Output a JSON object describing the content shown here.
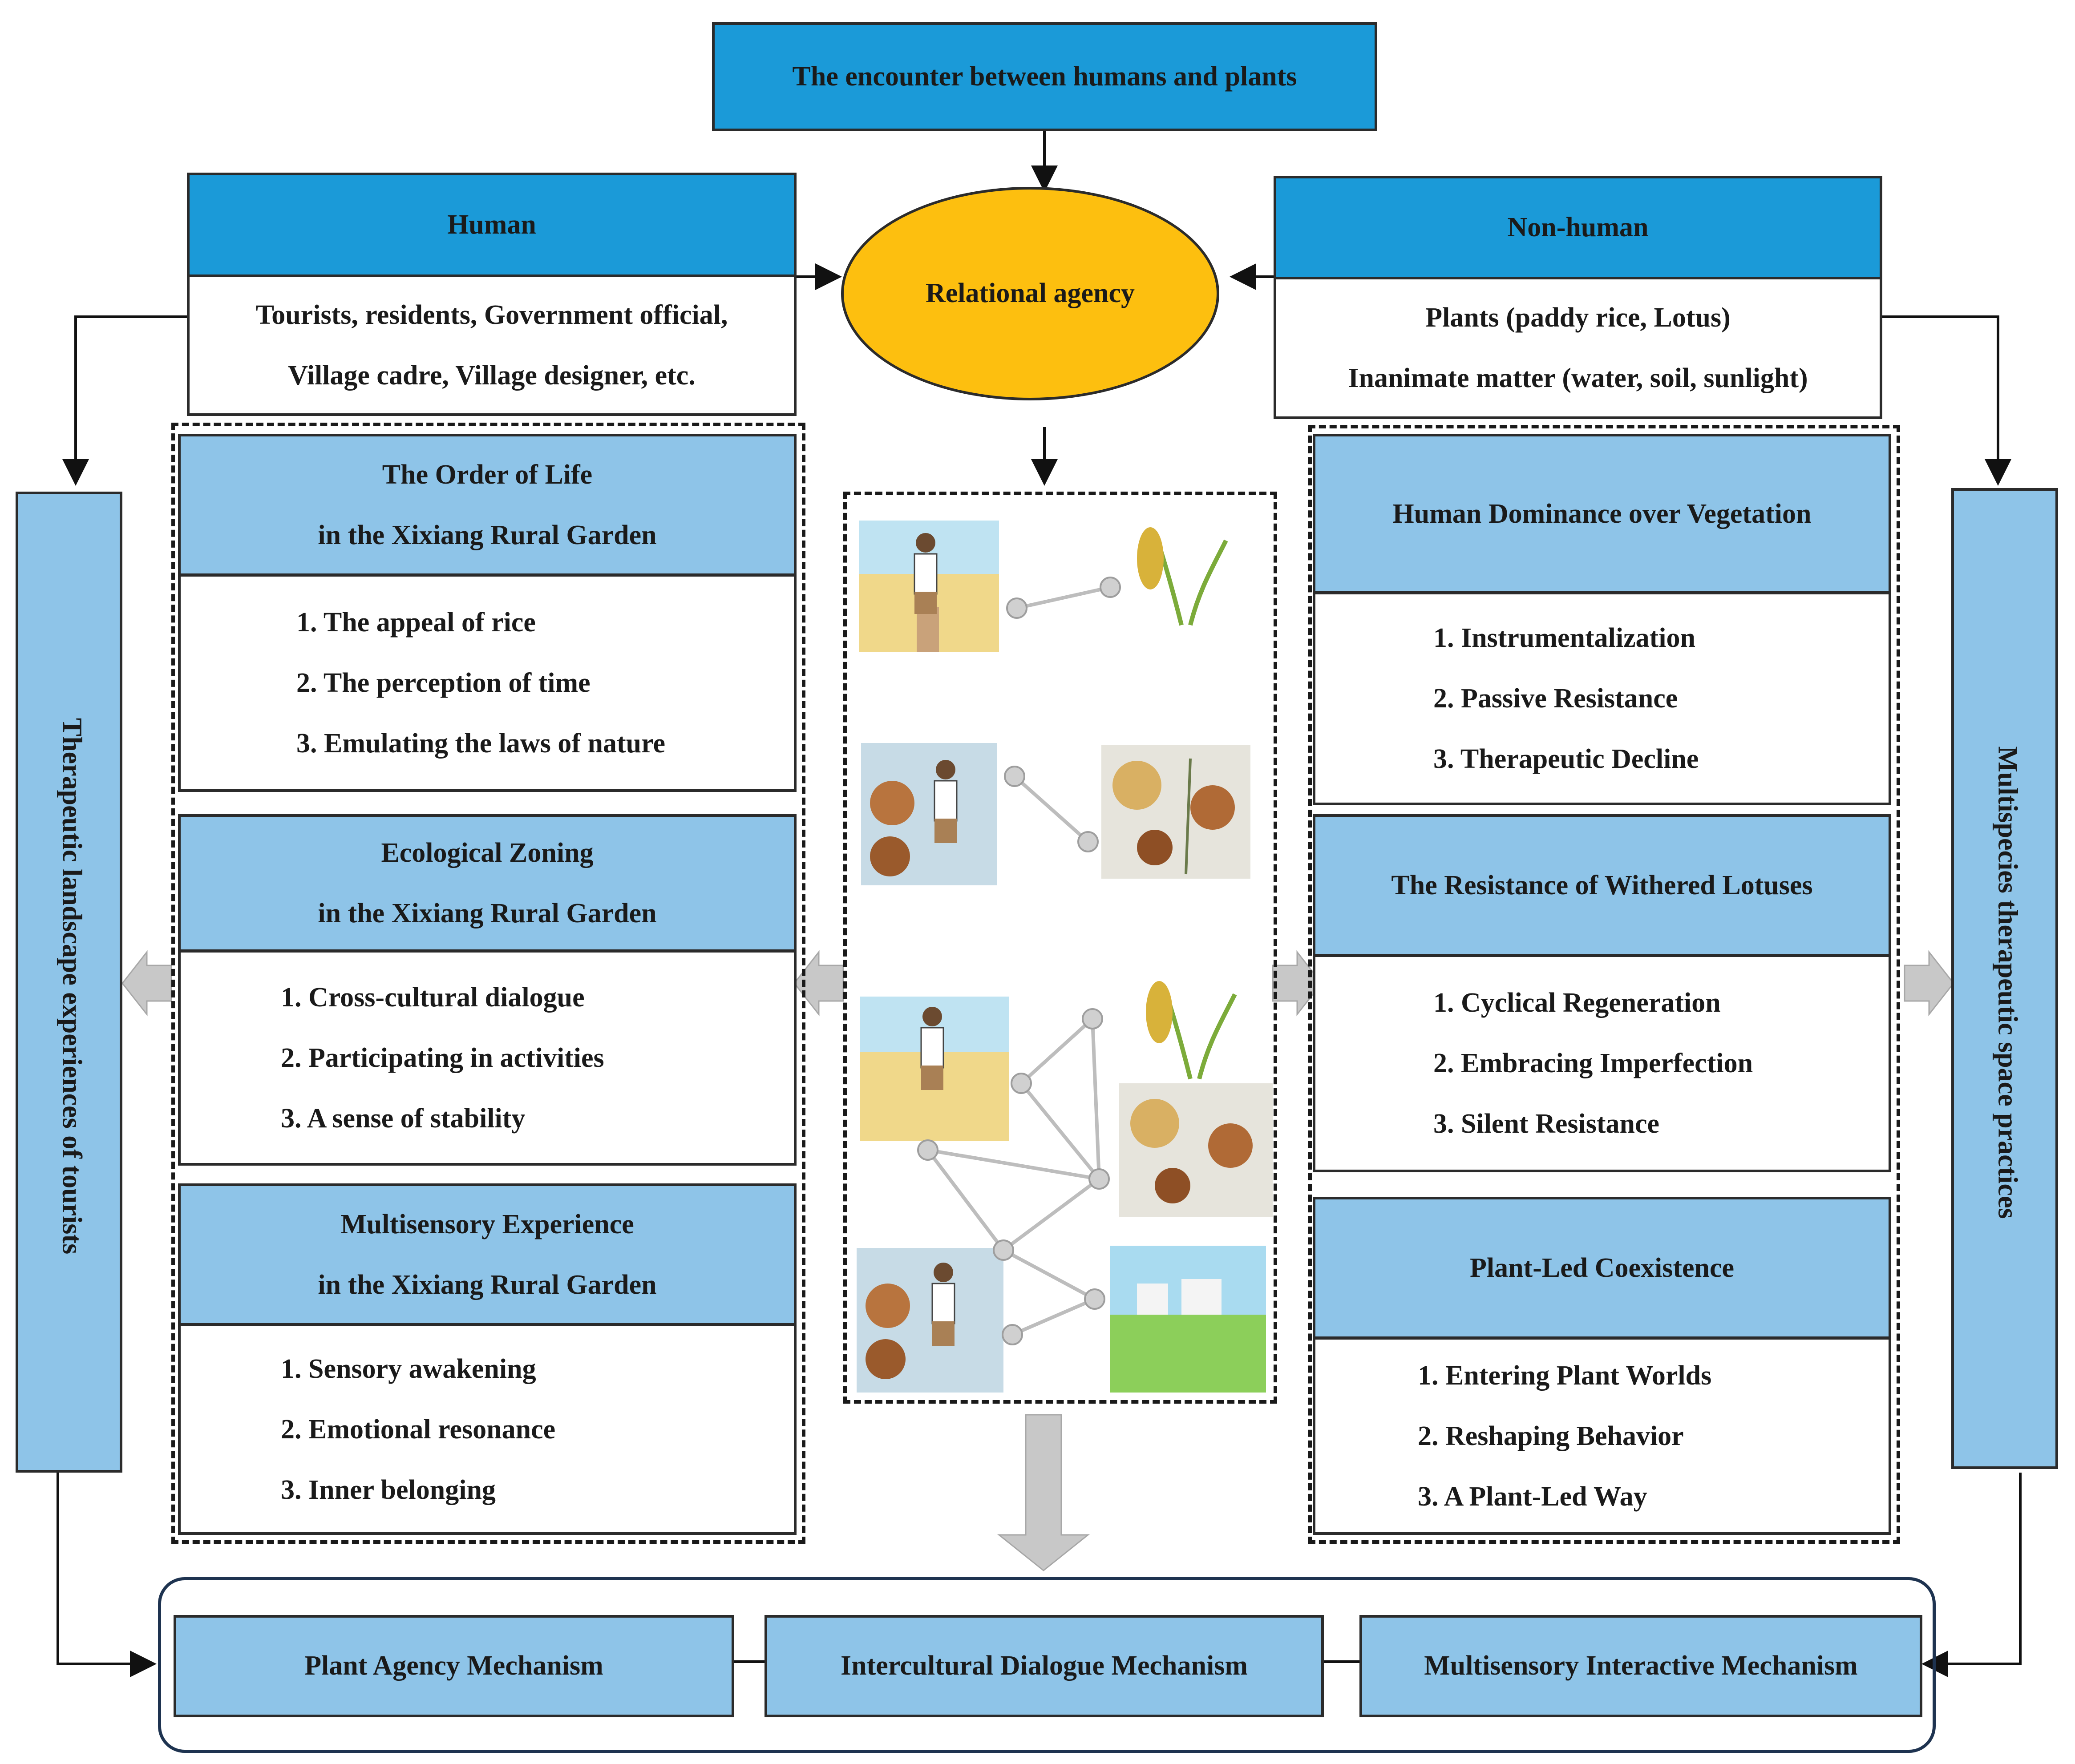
{
  "top": {
    "title": "The encounter between humans and plants"
  },
  "center": {
    "relational": "Relational agency"
  },
  "human": {
    "title": "Human",
    "lines": [
      "Tourists, residents, Government official,",
      "Village cadre, Village designer, etc."
    ]
  },
  "nonhuman": {
    "title": "Non-human",
    "lines": [
      "Plants (paddy rice, Lotus)",
      "Inanimate matter (water, soil, sunlight)"
    ]
  },
  "left_sidebar": {
    "label": "Therapeutic landscape experiences of tourists"
  },
  "right_sidebar": {
    "label": "Multispecies therapeutic space practices"
  },
  "left_sections": [
    {
      "title": [
        "The Order of Life",
        "in the Xixiang Rural Garden"
      ],
      "items": [
        "1. The appeal of rice",
        "2. The perception of time",
        "3. Emulating the laws of nature"
      ]
    },
    {
      "title": [
        "Ecological Zoning",
        "in the Xixiang Rural Garden"
      ],
      "items": [
        "1. Cross-cultural dialogue",
        "2. Participating in activities",
        "3. A sense of stability"
      ]
    },
    {
      "title": [
        "Multisensory Experience",
        "in the Xixiang Rural Garden"
      ],
      "items": [
        "1. Sensory awakening",
        "2. Emotional resonance",
        "3. Inner belonging"
      ]
    }
  ],
  "right_sections": [
    {
      "title": [
        "Human Dominance over Vegetation"
      ],
      "items": [
        "1. Instrumentalization",
        "2. Passive Resistance",
        "3. Therapeutic Decline"
      ]
    },
    {
      "title": [
        "The Resistance of Withered Lotuses"
      ],
      "items": [
        "1. Cyclical Regeneration",
        "2. Embracing Imperfection",
        "3. Silent Resistance"
      ]
    },
    {
      "title": [
        "Plant-Led Coexistence"
      ],
      "items": [
        "1. Entering Plant Worlds",
        "2. Reshaping Behavior",
        "3. A Plant-Led Way"
      ]
    }
  ],
  "mechanisms": [
    "Plant Agency Mechanism",
    "Intercultural Dialogue Mechanism",
    "Multisensory Interactive Mechanism"
  ],
  "colors": {
    "dark_blue": "#1b9ad8",
    "light_blue": "#8ec4e8",
    "ellipse": "#fdbf0f",
    "node": "#d0d0d0"
  }
}
